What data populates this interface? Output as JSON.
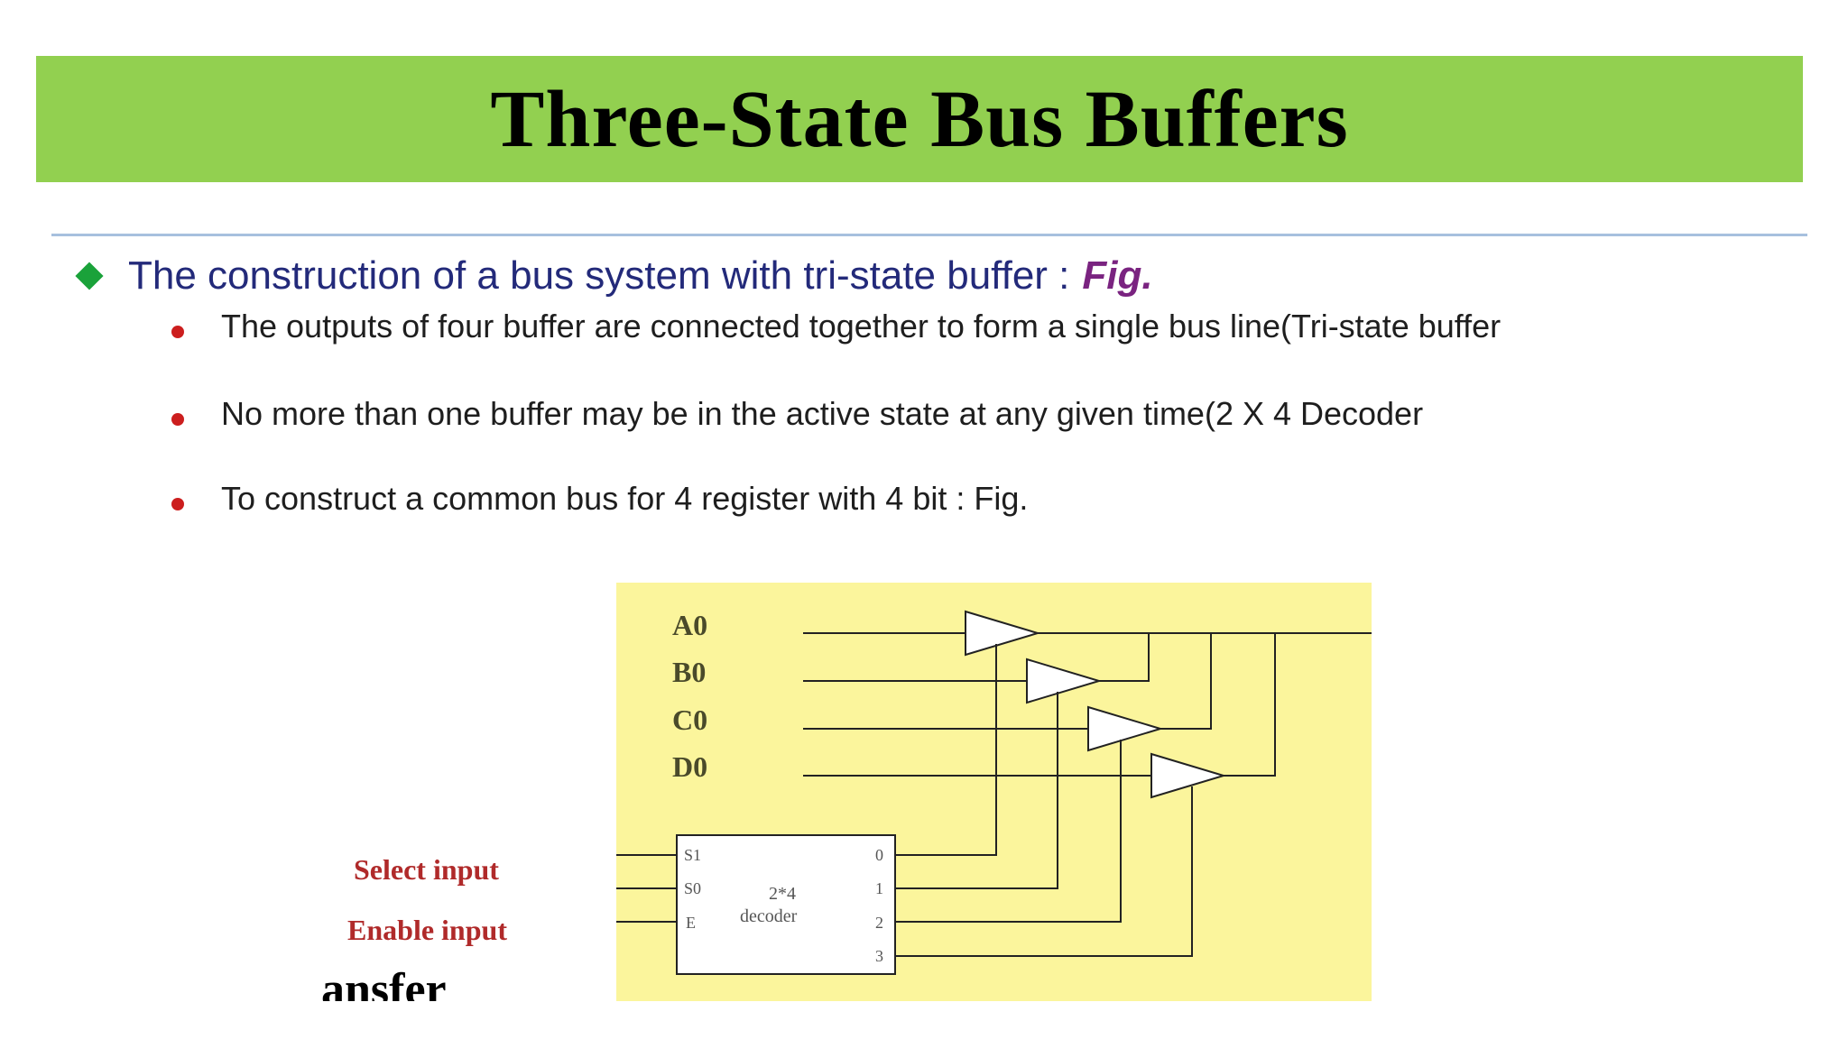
{
  "slide": {
    "title": "Three-State Bus Buffers",
    "main_bullet": {
      "text": "The construction of a bus system with tri-state buffer :",
      "emphasis": "Fig."
    },
    "sub_bullets": [
      "The outputs of four buffer are connected together to form a single bus line(Tri-state buffer",
      "No more than one buffer may be in the active state at any given time(2 X 4 Decoder",
      "To construct a common bus for 4 register with 4 bit : Fig."
    ],
    "cut_off_text": "ansfer"
  },
  "diagram": {
    "inputs": [
      "A0",
      "B0",
      "C0",
      "D0"
    ],
    "select_label": "Select input",
    "enable_label": "Enable input",
    "decoder": {
      "title_line1": "2*4",
      "title_line2": "decoder",
      "input_pins": [
        "S1",
        "S0",
        "E"
      ],
      "output_pins": [
        "0",
        "1",
        "2",
        "3"
      ]
    }
  },
  "colors": {
    "title_bar": "#92d050",
    "rule": "#a7c0de",
    "main_text": "#232a7a",
    "emphasis": "#7a2380",
    "bullet_diamond": "#1aa23a",
    "sub_bullet_dot": "#cc1e1e",
    "diagram_background": "#fbf59c",
    "diagram_red_labels": "#b02a2a"
  }
}
